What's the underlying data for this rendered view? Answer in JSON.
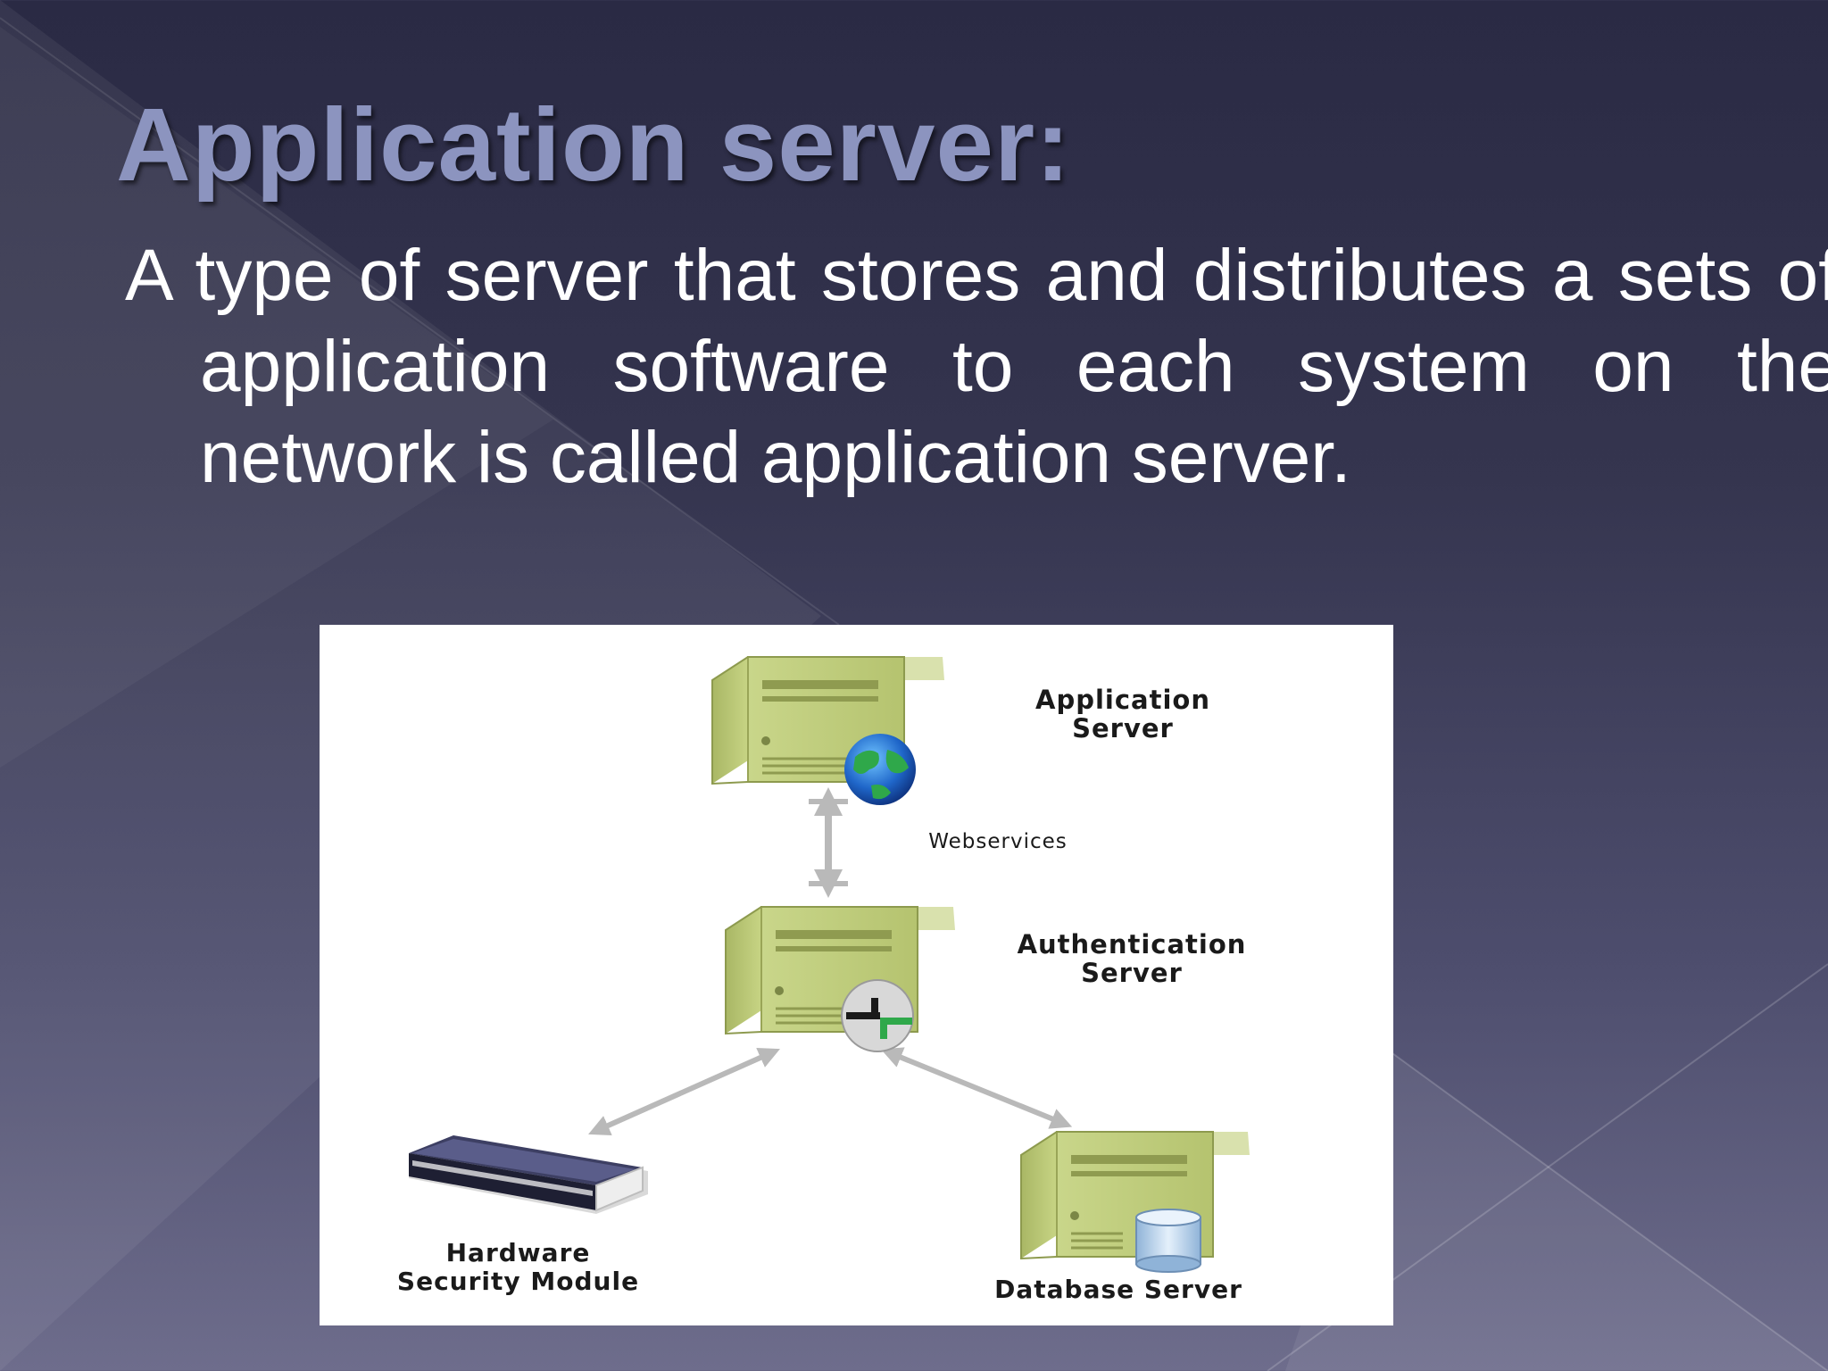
{
  "slide": {
    "title": "Application server:",
    "body": "A type of server that stores and distributes a sets of application software to each system on the network is called application server."
  },
  "diagram": {
    "nodes": {
      "application_server": {
        "line1": "Application",
        "line2": "Server",
        "badge_icon": "globe-icon"
      },
      "authentication_server": {
        "line1": "Authentication",
        "line2": "Server",
        "badge_icon": "shield-key-icon"
      },
      "hardware_security_module": {
        "line1": "Hardware",
        "line2": "Security Module",
        "icon": "hardware-device-icon"
      },
      "database_server": {
        "line1": "Database Server",
        "badge_icon": "database-cylinder-icon"
      }
    },
    "edges": {
      "app_to_auth": {
        "label": "Webservices"
      }
    }
  },
  "colors": {
    "title": "#8c94bf",
    "server_body": "#c3d07c",
    "arrow": "#b9b9b9"
  }
}
